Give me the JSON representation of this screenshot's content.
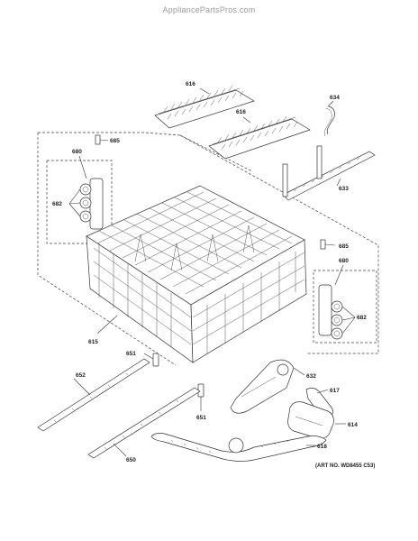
{
  "watermark": "AppliancePartsPros.com",
  "art_number": "(ART NO. WD8455 C53)",
  "labels": {
    "p616a": "616",
    "p616b": "616",
    "p634": "634",
    "p633": "633",
    "p680a": "680",
    "p685a": "685",
    "p682a": "682",
    "p685b": "685",
    "p680b": "680",
    "p682b": "682",
    "p615": "615",
    "p651a": "651",
    "p652": "652",
    "p651b": "651",
    "p650": "650",
    "p632": "632",
    "p617": "617",
    "p614": "614",
    "p618": "618"
  }
}
